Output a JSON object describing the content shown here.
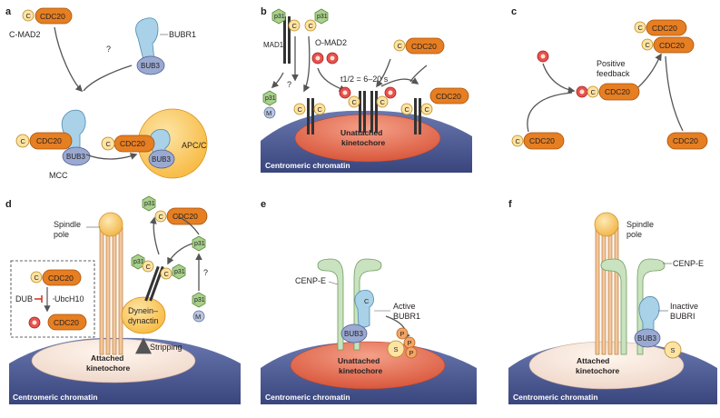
{
  "panels": {
    "a": {
      "letter": "a",
      "c_mad2": "C-MAD2",
      "bubr1": "BUBR1",
      "bub3": "BUB3",
      "cdc20": "CDC20",
      "q": "?",
      "mcc": "MCC",
      "apcc": "APC/C",
      "c": "C"
    },
    "b": {
      "letter": "b",
      "mad1": "MAD1",
      "o_mad2": "O-MAD2",
      "p31": "p31",
      "m": "M",
      "half_life": "t1/2 = 6–20 s",
      "q": "?",
      "cdc20": "CDC20",
      "kinetochore": "Unattached kinetochore",
      "kinetochore_l1": "Unattached",
      "kinetochore_l2": "kinetochore",
      "chromatin": "Centromeric chromatin",
      "c": "C"
    },
    "c": {
      "letter": "c",
      "positive_l1": "Positive",
      "positive_l2": "feedback",
      "cdc20": "CDC20",
      "c": "C"
    },
    "d": {
      "letter": "d",
      "spindle_l1": "Spindle",
      "spindle_l2": "pole",
      "p31": "p31",
      "cdc20": "CDC20",
      "dub": "DUB",
      "ubch10": "UbcH10",
      "dynein_l1": "Dynein–",
      "dynein_l2": "dynactin",
      "stripping": "Stripping",
      "q": "?",
      "m": "M",
      "kinetochore_l1": "Attached",
      "kinetochore_l2": "kinetochore",
      "chromatin": "Centromeric chromatin",
      "c": "C"
    },
    "e": {
      "letter": "e",
      "cenpe": "CENP-E",
      "active_l1": "Active",
      "active_l2": "BUBR1",
      "bub3": "BUB3",
      "p": "P",
      "s": "S",
      "kinetochore_l1": "Unattached",
      "kinetochore_l2": "kinetochore",
      "chromatin": "Centromeric chromatin",
      "c": "C"
    },
    "f": {
      "letter": "f",
      "spindle_l1": "Spindle",
      "spindle_l2": "pole",
      "cenpe": "CENP-E",
      "inactive_l1": "Inactive",
      "inactive_l2": "BUBRI",
      "bub3": "BUB3",
      "s": "S",
      "kinetochore_l1": "Attached",
      "kinetochore_l2": "kinetochore",
      "chromatin": "Centromeric chromatin"
    }
  }
}
